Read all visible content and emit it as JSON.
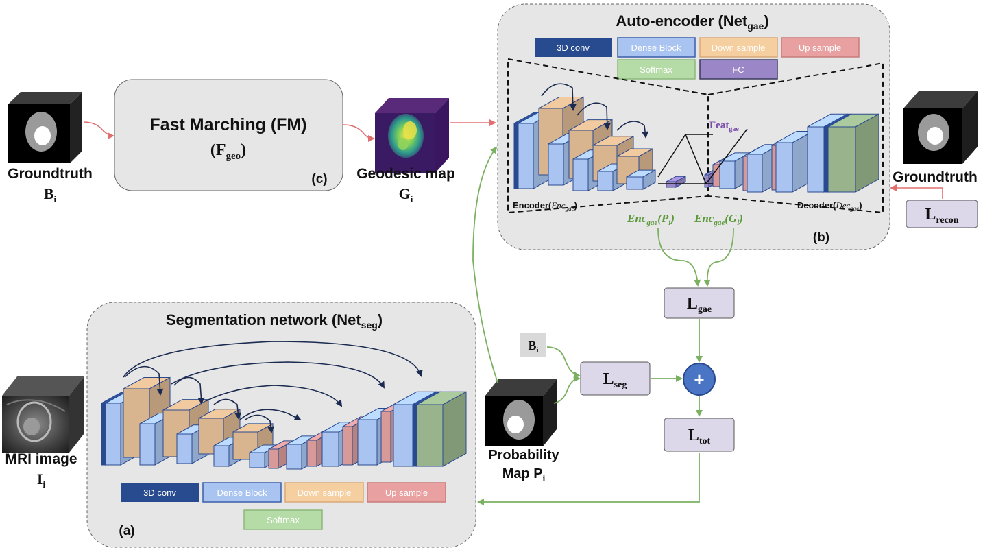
{
  "colors": {
    "conv": "#284b8f",
    "dense": "#a9c4f0",
    "down": "#d8b48f",
    "up": "#d79a98",
    "softmax": "#99b48c",
    "fc": "#9b86c8",
    "panel": "#e6e6e6",
    "loss_box": "#ddd7ea",
    "arrow_red": "#e07070",
    "arrow_green": "#7bb060",
    "plus": "#4a74c4",
    "enc_label": "#5c9a3c",
    "feat_label": "#7a4aa8"
  },
  "legend_labels": {
    "conv": "3D conv",
    "dense": "Dense Block",
    "down": "Down sample",
    "up": "Up sample",
    "softmax": "Softmax",
    "fc": "FC"
  },
  "fm": {
    "title": "Fast Marching (FM)",
    "formula_main": "(F",
    "formula_sub": "geo",
    "formula_close": ")",
    "tag": "(c)"
  },
  "autoencoder": {
    "title_main": "Auto-encoder (Net",
    "title_sub": "gae",
    "title_close": ")",
    "encoder_label_main": "Encoder(",
    "encoder_label_it": "Enc",
    "encoder_label_sub": "gae",
    "encoder_label_close": ")",
    "decoder_label_main": "Decoder(",
    "decoder_label_it": "Dec",
    "decoder_label_sub": "gae",
    "decoder_label_close": ")",
    "feat_main": "Feat",
    "feat_sub": "gae",
    "enc_p_main": "Enc",
    "enc_p_sub": "gae",
    "enc_p_arg": "(P",
    "enc_p_argsub": "i",
    "enc_p_close": ")",
    "enc_g_main": "Enc",
    "enc_g_sub": "gae",
    "enc_g_arg": "(G",
    "enc_g_argsub": "i",
    "enc_g_close": ")",
    "tag": "(b)"
  },
  "segnet": {
    "title_main": "Segmentation network (Net",
    "title_sub": "seg",
    "title_close": ")",
    "tag": "(a)"
  },
  "images": {
    "gt_left_label": "Groundtruth",
    "gt_left_sym": "B",
    "gt_left_sub": "i",
    "geo_label": "Geodesic map",
    "geo_sym": "G",
    "geo_sub": "i",
    "gt_right_label": "Groundtruth",
    "mri_label": "MRI image",
    "mri_sym": "I",
    "mri_sub": "i",
    "prob_label_1": "Probability",
    "prob_label_2": "Map P",
    "prob_sub": "i"
  },
  "losses": {
    "recon_main": "L",
    "recon_sub": "recon",
    "gae_main": "L",
    "gae_sub": "gae",
    "seg_main": "L",
    "seg_sub": "seg",
    "tot_main": "L",
    "tot_sub": "tot",
    "b_main": "B",
    "b_sub": "i",
    "plus": "+"
  }
}
